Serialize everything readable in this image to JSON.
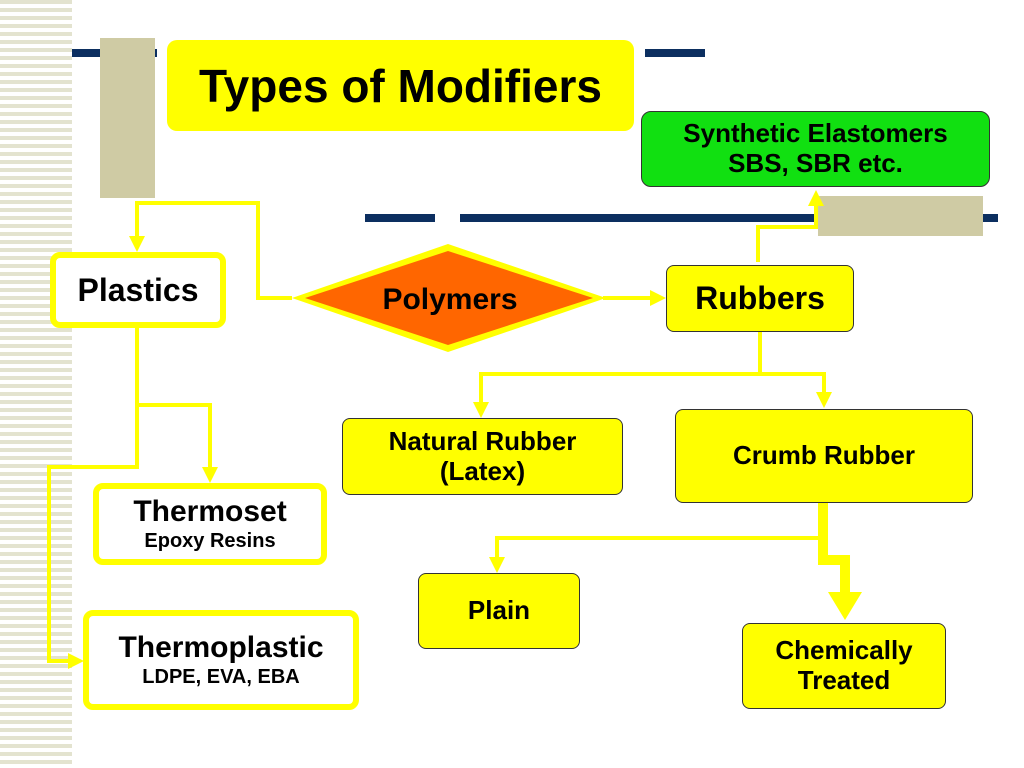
{
  "title": "Types of Modifiers",
  "nodes": {
    "synthetic": {
      "line1": "Synthetic Elastomers",
      "line2": "SBS, SBR etc."
    },
    "plastics": {
      "label": "Plastics"
    },
    "polymers": {
      "label": "Polymers"
    },
    "rubbers": {
      "label": "Rubbers"
    },
    "natural_rubber": {
      "line1": "Natural Rubber",
      "line2": "(Latex)"
    },
    "crumb_rubber": {
      "label": "Crumb Rubber"
    },
    "thermoset": {
      "label": "Thermoset",
      "sub": "Epoxy Resins"
    },
    "thermoplastic": {
      "label": "Thermoplastic",
      "sub": "LDPE, EVA, EBA"
    },
    "plain": {
      "label": "Plain"
    },
    "chemically_treated": {
      "line1": "Chemically",
      "line2": "Treated"
    }
  },
  "colors": {
    "title_fill": "#ffff00",
    "node_fill": "#ffff00",
    "diamond_fill": "#ff6600",
    "synthetic_fill": "#11e011",
    "connector": "#ffff00",
    "accent_bar": "#0c2f60",
    "tan_block": "#cfcba4"
  }
}
